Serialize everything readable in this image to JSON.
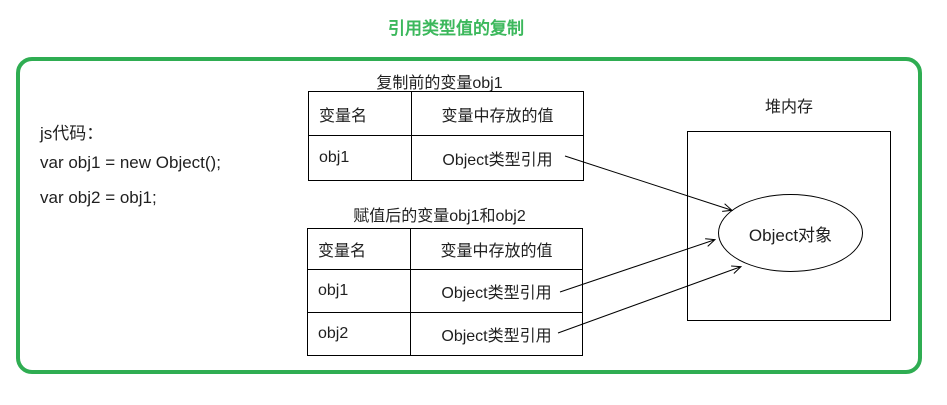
{
  "title": "引用类型值的复制",
  "code": {
    "label": "js代码：",
    "lines": [
      "var obj1 = new Object();",
      "var obj2 = obj1;"
    ]
  },
  "table_before": {
    "caption": "复制前的变量obj1",
    "headers": [
      "变量名",
      "变量中存放的值"
    ],
    "rows": [
      [
        "obj1",
        "Object类型引用"
      ]
    ]
  },
  "table_after": {
    "caption": "赋值后的变量obj1和obj2",
    "headers": [
      "变量名",
      "变量中存放的值"
    ],
    "rows": [
      [
        "obj1",
        "Object类型引用"
      ],
      [
        "obj2",
        "Object类型引用"
      ]
    ]
  },
  "heap": {
    "label": "堆内存",
    "object_label": "Object对象"
  },
  "colors": {
    "accent_green_border": "#2fad52",
    "title_green": "#3cb85c",
    "diagram_line": "#000000"
  }
}
